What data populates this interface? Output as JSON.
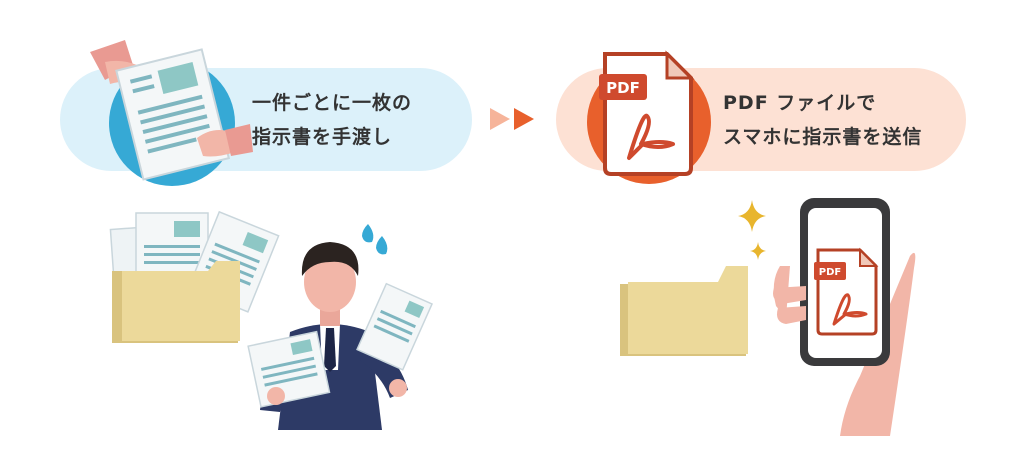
{
  "left_step": {
    "caption_line1": "一件ごとに一枚の",
    "caption_line2": "指示書を手渡し"
  },
  "right_step": {
    "caption_line1": "PDF ファイルで",
    "caption_line2": "スマホに指示書を送信",
    "pdf_badge_text": "PDF"
  },
  "phone_screen": {
    "pdf_badge_text": "PDF"
  },
  "colors": {
    "left_pill": "#dcf1fa",
    "right_pill": "#fde1d4",
    "accent_blue": "#36a9d5",
    "accent_orange": "#e8602c",
    "pdf_red": "#cf4a2e",
    "folder": "#ecd99a",
    "suit": "#2d3a66",
    "sparkle": "#e8b52d"
  },
  "icons": {
    "arrows": "double-play-arrow-icon",
    "sweat": "sweat-drop-icon",
    "sparkle": "sparkle-icon"
  }
}
